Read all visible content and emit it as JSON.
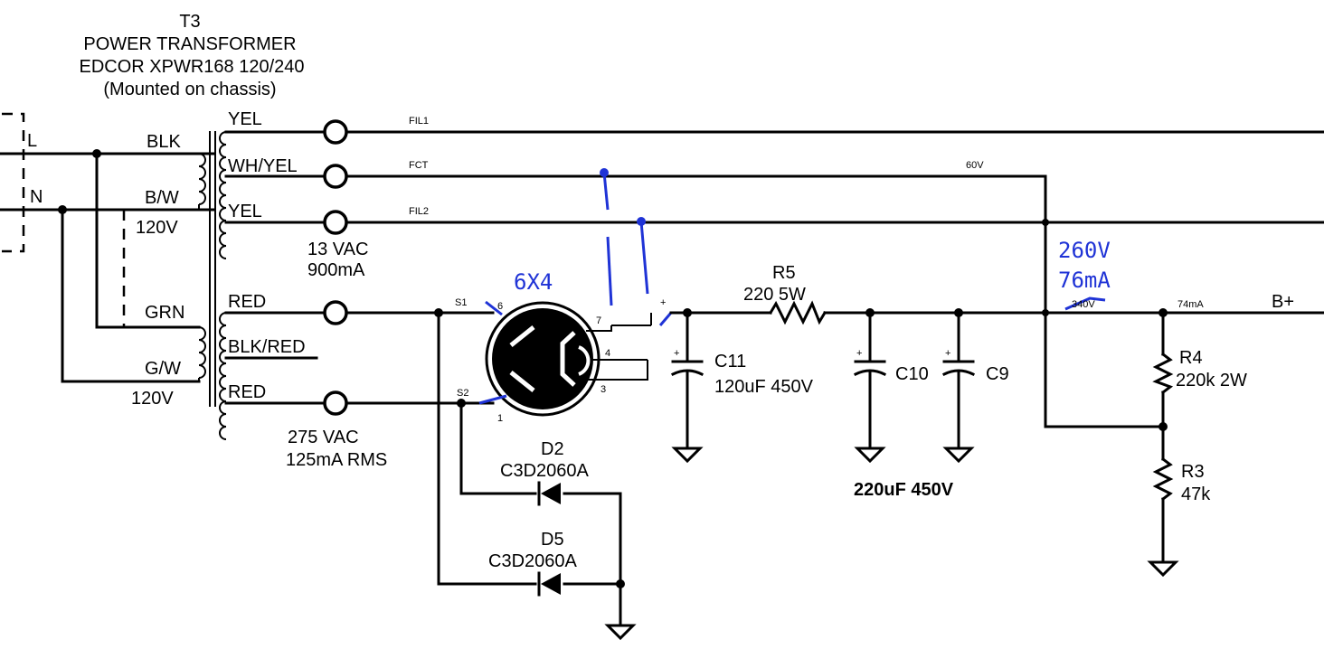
{
  "transformer": {
    "ref": "T3",
    "line1": "POWER TRANSFORMER",
    "line2": "EDCOR XPWR168 120/240",
    "line3": "(Mounted on chassis)",
    "primary_top": {
      "wire_a": "BLK",
      "wire_b": "B/W",
      "voltage": "120V"
    },
    "primary_bottom": {
      "wire_a": "GRN",
      "wire_b": "G/W",
      "voltage": "120V"
    },
    "secondary_heater": {
      "wires": [
        "YEL",
        "WH/YEL",
        "YEL"
      ],
      "rating_line1": "13 VAC",
      "rating_line2": "900mA"
    },
    "secondary_hv": {
      "wires": [
        "RED",
        "BLK/RED",
        "RED"
      ],
      "rating_line1": "275 VAC",
      "rating_line2": "125mA RMS"
    }
  },
  "mains": {
    "line": "L",
    "neutral": "N"
  },
  "net_labels": {
    "fil1": "FIL1",
    "fct": "FCT",
    "fil2": "FIL2",
    "fct_voltage": "60V",
    "s1": "S1",
    "s2": "S2",
    "plus": "+"
  },
  "tube": {
    "type": "6X4",
    "pins": [
      "6",
      "7",
      "4",
      "3",
      "1"
    ]
  },
  "diodes": [
    {
      "ref": "D2",
      "part": "C3D2060A"
    },
    {
      "ref": "D5",
      "part": "C3D2060A"
    }
  ],
  "capacitors": [
    {
      "ref": "C11",
      "value": "120uF 450V"
    },
    {
      "ref": "C10"
    },
    {
      "ref": "C9"
    }
  ],
  "cap_shared_value": "220uF 450V",
  "resistors": [
    {
      "ref": "R5",
      "value": "220 5W"
    },
    {
      "ref": "R4",
      "value": "220k 2W"
    },
    {
      "ref": "R3",
      "value": "47k"
    }
  ],
  "rail": {
    "label": "B+",
    "orig_voltage": "340V",
    "orig_current": "74mA"
  },
  "annotation": {
    "tube": "6X4",
    "voltage": "260V",
    "current": "76mA"
  }
}
